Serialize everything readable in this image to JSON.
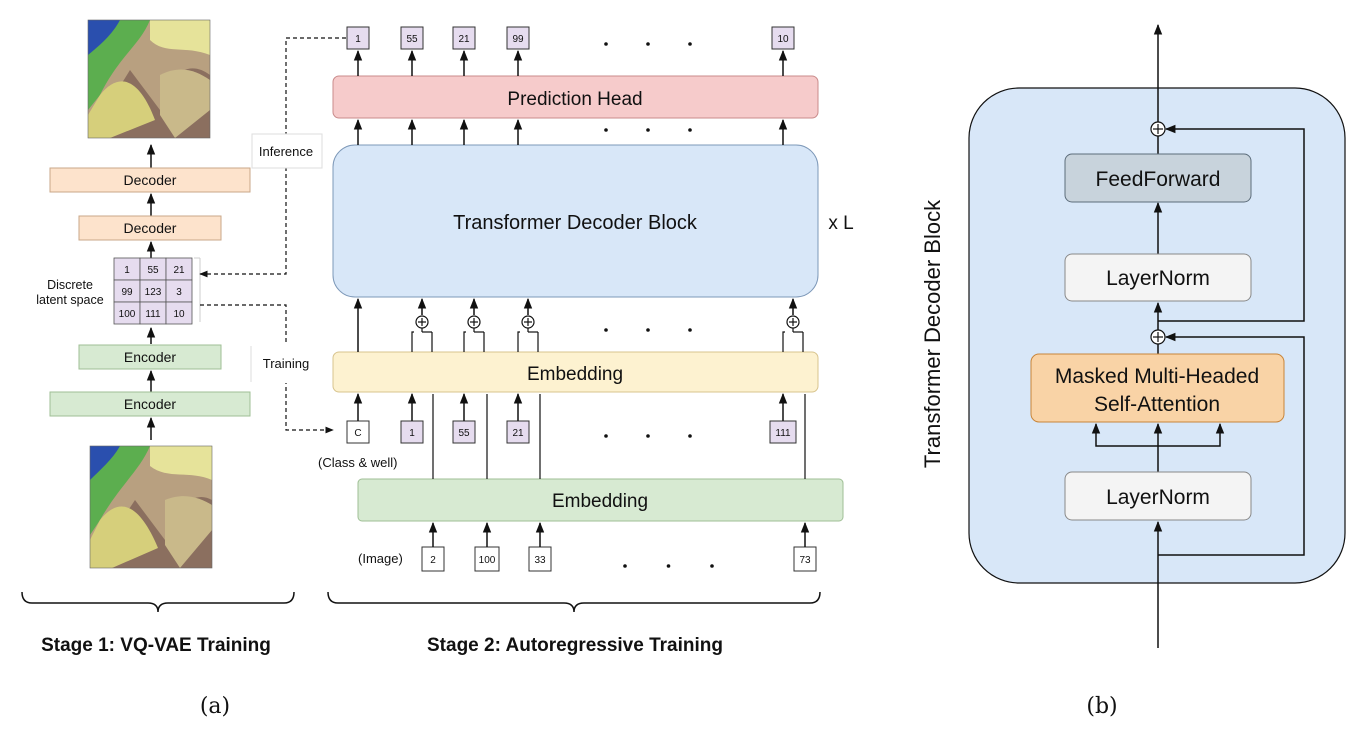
{
  "stage1": {
    "decoder_top": "Decoder",
    "decoder": "Decoder",
    "latent_label": [
      "Discrete",
      "latent space"
    ],
    "grid": [
      "1",
      "55",
      "21",
      "99",
      "123",
      "3",
      "100",
      "111",
      "10"
    ],
    "encoder_top": "Encoder",
    "encoder": "Encoder",
    "title": "Stage 1: VQ-VAE Training"
  },
  "arrows_text": {
    "inference": "Inference",
    "training": "Training"
  },
  "stage2": {
    "output_tokens": [
      "1",
      "55",
      "21",
      "99",
      "10"
    ],
    "prediction_head": "Prediction Head",
    "decoder_block": "Transformer Decoder Block",
    "times_l": "x L",
    "embedding_top": "Embedding",
    "input_tokens": [
      "C",
      "1",
      "55",
      "21",
      "111"
    ],
    "class_well": "(Class & well)",
    "embedding_bottom": "Embedding",
    "image_label": "(Image)",
    "image_tokens": [
      "2",
      "100",
      "33",
      "73"
    ],
    "title": "Stage 2: Autoregressive Training",
    "ellipsis": ". . ."
  },
  "panel_b": {
    "side_label": "Transformer Decoder Block",
    "feedforward": "FeedForward",
    "layernorm_top": "LayerNorm",
    "attention_line1": "Masked Multi-Headed",
    "attention_line2": "Self-Attention",
    "layernorm_bottom": "LayerNorm"
  },
  "captions": {
    "a": "(a)",
    "b": "(b)"
  },
  "colors": {
    "token_purple": "#e6dcef",
    "prediction_red": "#f6cbcb",
    "block_blue": "#d8e7f8",
    "embedding_yellow": "#fdf2d0",
    "embedding_green": "#d7ead2",
    "decoder_peach": "#fde3cc",
    "attention_orange": "#f9d3a6",
    "feedforward_grey": "#c8d3dc",
    "layernorm_grey": "#f4f4f4"
  }
}
